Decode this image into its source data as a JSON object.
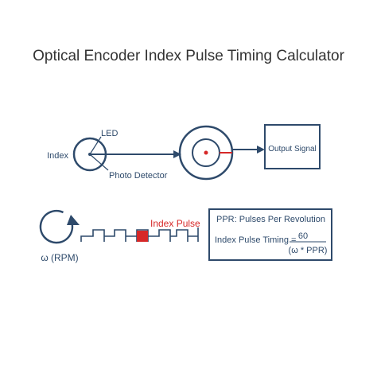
{
  "title": "Optical Encoder Index Pulse Timing Calculator",
  "labels": {
    "led": "LED",
    "index": "Index",
    "photo_detector": "Photo Detector",
    "output_signal": "Output Signal",
    "index_pulse": "Index Pulse",
    "omega_rpm": "ω (RPM)"
  },
  "formula_box": {
    "definition": "PPR: Pulses Per Revolution",
    "lhs": "Index Pulse Timing =",
    "numerator": "60",
    "denominator": "(ω * PPR)"
  },
  "colors": {
    "stroke": "#2e4a6b",
    "accent": "#d62828",
    "title": "#333333",
    "background": "#ffffff"
  }
}
